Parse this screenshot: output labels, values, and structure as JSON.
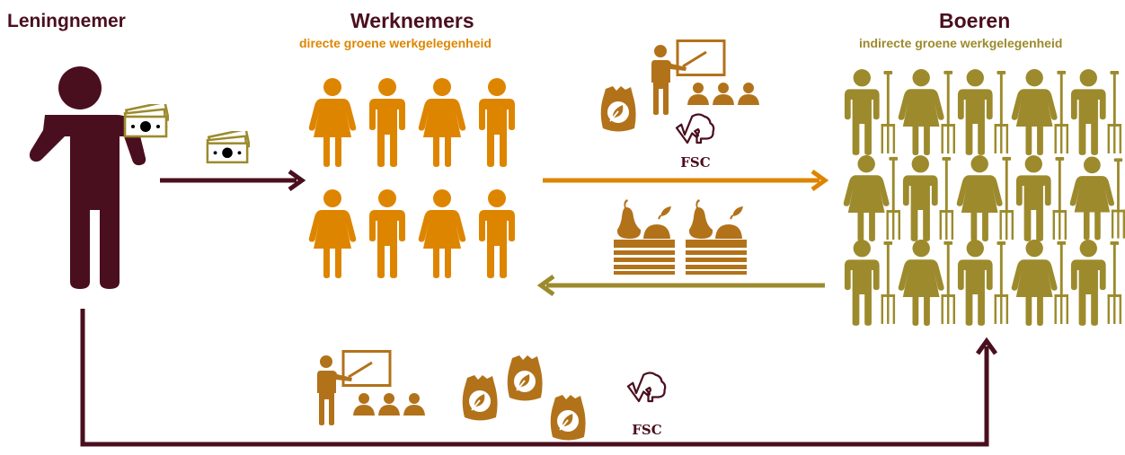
{
  "colors": {
    "borrower": "#4a0f1f",
    "employees": "#de8500",
    "farmers": "#9c8a2c",
    "resources": "#b2721a",
    "money": "#9c8a2c"
  },
  "borrower": {
    "title": "Leningnemer"
  },
  "employees": {
    "title": "Werknemers",
    "subtitle": "directe groene werkgelegenheid"
  },
  "farmers": {
    "title": "Boeren",
    "subtitle": "indirecte groene werkgelegenheid"
  },
  "fsc_label": "FSC",
  "icons": [
    "person-icon",
    "money-icon",
    "arrow-icon",
    "teacher-icon",
    "seed-bag-icon",
    "fsc-logo-icon",
    "fruit-crate-icon",
    "farmer-with-pitchfork-icon"
  ]
}
